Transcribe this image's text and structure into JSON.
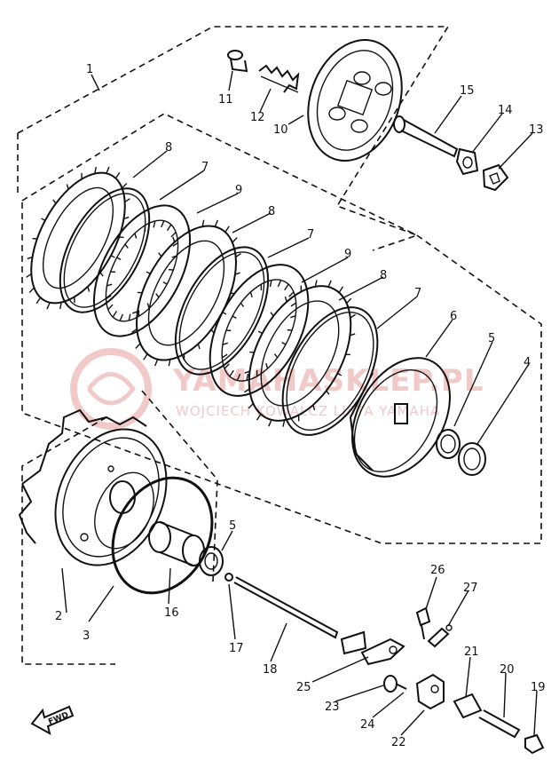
{
  "watermark": {
    "brand": "YAMAHASKLEP.PL",
    "owner": "WOJCIECH KOWALCZ LISTA YAMAHA"
  },
  "fwd_label": "FWD",
  "part_labels": [
    "1",
    "2",
    "3",
    "4",
    "5",
    "5",
    "6",
    "7",
    "7",
    "7",
    "8",
    "8",
    "8",
    "9",
    "9",
    "10",
    "11",
    "12",
    "13",
    "14",
    "15",
    "16",
    "17",
    "18",
    "19",
    "20",
    "21",
    "22",
    "23",
    "24",
    "25",
    "26",
    "27"
  ],
  "colors": {
    "ink": "#111111",
    "watermark": "#f1c9c9",
    "background": "#ffffff"
  }
}
